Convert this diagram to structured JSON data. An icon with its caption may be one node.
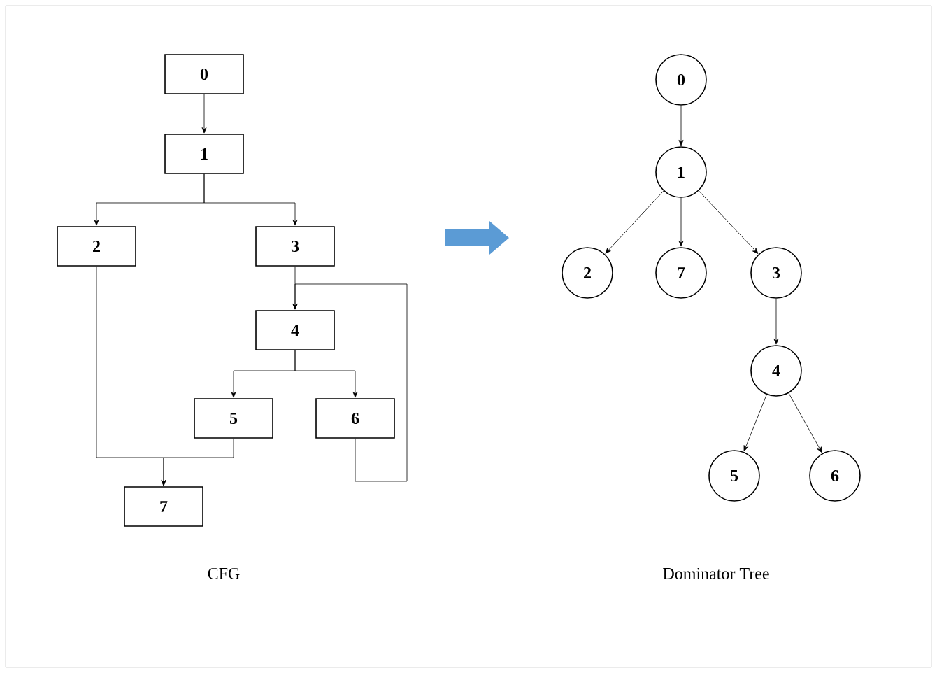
{
  "diagram": {
    "nodes": [
      {
        "text": [
          "0"
        ]
      },
      {
        "text": [
          "1"
        ]
      },
      {
        "text": [
          "2"
        ]
      },
      {
        "text": [
          "3"
        ]
      },
      {
        "text": [
          "4"
        ]
      },
      {
        "text": [
          "5"
        ]
      },
      {
        "text": [
          "6"
        ]
      },
      {
        "text": [
          "7"
        ]
      },
      {
        "text": [
          "0"
        ]
      },
      {
        "text": [
          "1"
        ]
      },
      {
        "text": [
          "2"
        ]
      },
      {
        "text": [
          "7"
        ]
      },
      {
        "text": [
          "3"
        ]
      },
      {
        "text": [
          "4"
        ]
      },
      {
        "text": [
          "5"
        ]
      },
      {
        "text": [
          "6"
        ]
      }
    ],
    "edges": [
      {
        "from": 0,
        "to": 1,
        "arrow": "to"
      },
      {
        "from": 1,
        "to": 2,
        "arrow": "to"
      },
      {
        "from": 1,
        "to": 3,
        "arrow": "to"
      },
      {
        "from": 2,
        "to": 7,
        "arrow": "to"
      },
      {
        "from": 3,
        "to": 4,
        "arrow": "to"
      },
      {
        "from": 4,
        "to": 5,
        "arrow": "to"
      },
      {
        "from": 4,
        "to": 6,
        "arrow": "to"
      },
      {
        "from": 5,
        "to": 7,
        "arrow": "to"
      },
      {
        "from": 6,
        "to": 4,
        "arrow": "to"
      },
      {
        "from": 8,
        "to": 9,
        "arrow": "to"
      },
      {
        "from": 9,
        "to": 10,
        "arrow": "to"
      },
      {
        "from": 9,
        "to": 11,
        "arrow": "to"
      },
      {
        "from": 9,
        "to": 12,
        "arrow": "to"
      },
      {
        "from": 12,
        "to": 13,
        "arrow": "to"
      },
      {
        "from": 13,
        "to": 14,
        "arrow": "to"
      },
      {
        "from": 13,
        "to": 15,
        "arrow": "to"
      }
    ],
    "labels": [
      "CFG",
      "Dominator Tree"
    ]
  }
}
